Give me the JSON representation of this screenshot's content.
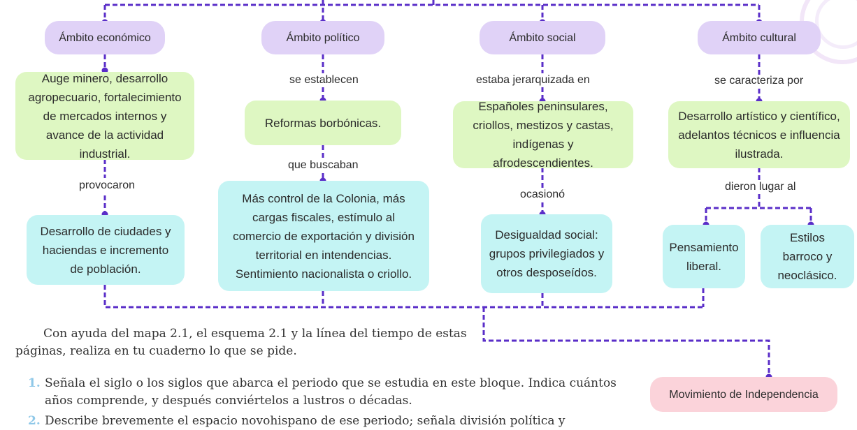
{
  "diagram": {
    "ambitos": [
      {
        "title": "Ámbito económico",
        "connector": "",
        "box1": "Auge minero, desarrollo agropecuario, fortalecimiento de mercados internos y avance de la actividad industrial.",
        "connector2": "provocaron",
        "box2": "Desarrollo de ciudades y haciendas e incremento de población."
      },
      {
        "title": "Ámbito político",
        "connector": "se establecen",
        "box1": "Reformas borbónicas.",
        "connector2": "que buscaban",
        "box2": "Más control de la Colonia, más cargas fiscales, estímulo al comercio de exportación y división territorial en intendencias. Sentimiento nacionalista o criollo."
      },
      {
        "title": "Ámbito social",
        "connector": "estaba jerarquizada en",
        "box1": "Españoles peninsulares, criollos, mestizos y castas, indígenas y afrodescendientes.",
        "connector2": "ocasionó",
        "box2": "Desigualdad social: grupos privilegiados y otros desposeídos."
      },
      {
        "title": "Ámbito cultural",
        "connector": "se caracteriza por",
        "box1": "Desarrollo artístico y científico, adelantos técnicos e influencia ilustrada.",
        "connector2": "dieron lugar al",
        "box2a": "Pensamiento liberal.",
        "box2b": "Estilos barroco y neoclásico."
      }
    ],
    "result": "Movimiento de Independencia"
  },
  "intro": "Con ayuda del mapa 2.1, el esquema 2.1 y la línea del tiempo de estas páginas, realiza en tu cuaderno lo que se pide.",
  "questions": [
    {
      "num": "1.",
      "text": "Señala el siglo o los siglos que abarca el periodo que se estudia en este bloque. Indica cuántos años comprende, y después conviértelos a lustros o décadas."
    },
    {
      "num": "2.",
      "text": "Describe brevemente el espacio novohispano de ese periodo; señala división política y"
    }
  ],
  "colors": {
    "line": "#5a2ec8",
    "purple": "#e0d2f7",
    "green": "#def7c2",
    "cyan": "#c4f4f4",
    "pink": "#fbd3da",
    "number": "#8fc8e8"
  }
}
